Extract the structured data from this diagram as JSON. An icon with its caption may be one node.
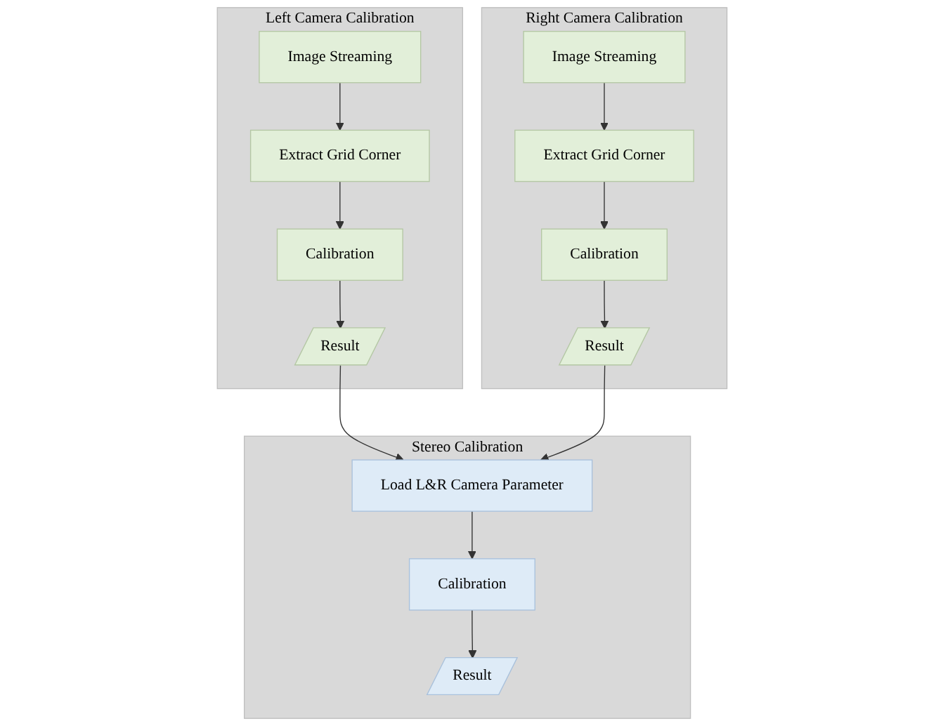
{
  "diagram": {
    "nodes": [
      {
        "text": [
          "Left Camera Calibration"
        ]
      },
      {
        "text": [
          "Image Streaming"
        ],
        "in": 0
      },
      {
        "text": [
          "Extract Grid Corner"
        ],
        "in": 0
      },
      {
        "text": [
          "Calibration"
        ],
        "in": 0
      },
      {
        "text": [
          "Result"
        ],
        "in": 0
      },
      {
        "text": [
          "Stereo Calibration"
        ]
      },
      {
        "text": [
          "Load L&R Camera Parameter"
        ],
        "in": 5
      },
      {
        "text": [
          "Calibration"
        ],
        "in": 5
      },
      {
        "text": [
          "Result"
        ],
        "in": 5
      },
      {
        "text": [
          "Right Camera Calibration"
        ]
      },
      {
        "text": [
          "Image Streaming"
        ],
        "in": 9
      },
      {
        "text": [
          "Extract Grid Corner"
        ],
        "in": 9
      },
      {
        "text": [
          "Calibration"
        ],
        "in": 9
      },
      {
        "text": [
          "Result"
        ],
        "in": 9
      }
    ],
    "edges": [
      {
        "from": 1,
        "to": 2,
        "arrow": "to"
      },
      {
        "from": 2,
        "to": 3,
        "arrow": "to"
      },
      {
        "from": 3,
        "to": 4,
        "arrow": "to"
      },
      {
        "from": 4,
        "to": 6,
        "arrow": "to"
      },
      {
        "from": 6,
        "to": 7,
        "arrow": "to"
      },
      {
        "from": 7,
        "to": 8,
        "arrow": "to"
      },
      {
        "from": 10,
        "to": 11,
        "arrow": "to"
      },
      {
        "from": 11,
        "to": 12,
        "arrow": "to"
      },
      {
        "from": 12,
        "to": 13,
        "arrow": "to"
      },
      {
        "from": 13,
        "to": 6,
        "arrow": "to"
      }
    ]
  }
}
